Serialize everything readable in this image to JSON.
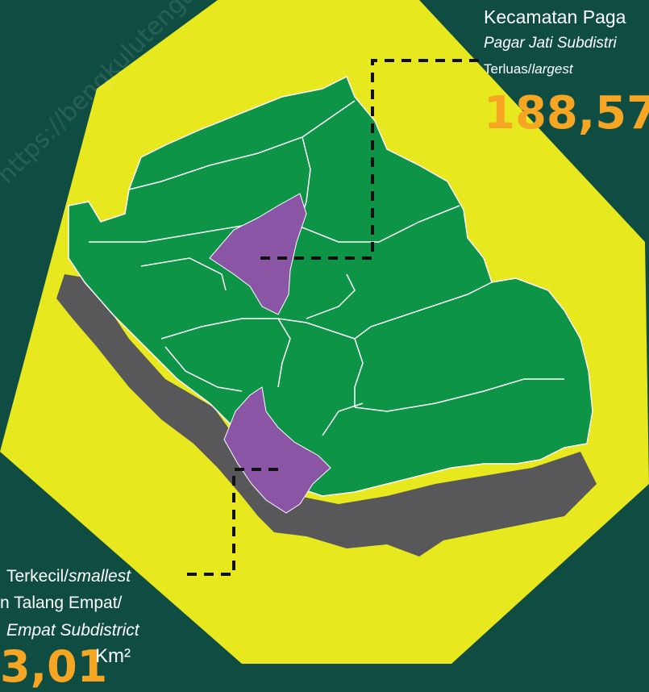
{
  "colors": {
    "background": "#0f4d43",
    "hexagon": "#e8e81f",
    "coast_shadow": "#58585a",
    "district_fill": "#0d9446",
    "highlight": "#8b55a6",
    "value": "#f6a623",
    "text": "#ffffff"
  },
  "largest": {
    "name": "Kecamatan Paga",
    "english_name": "Pagar Jati Subdistri",
    "category_id": "Terluas/",
    "category_en": "largest",
    "value": "188,57"
  },
  "smallest": {
    "category_id": "Terkecil/",
    "category_en": "smallest",
    "name": "n Talang Empat/",
    "english_name": "Empat Subdistrict",
    "value": "3,01",
    "unit": "Km²"
  },
  "watermark": "https://bengkulutengahkab.bps.go.id"
}
